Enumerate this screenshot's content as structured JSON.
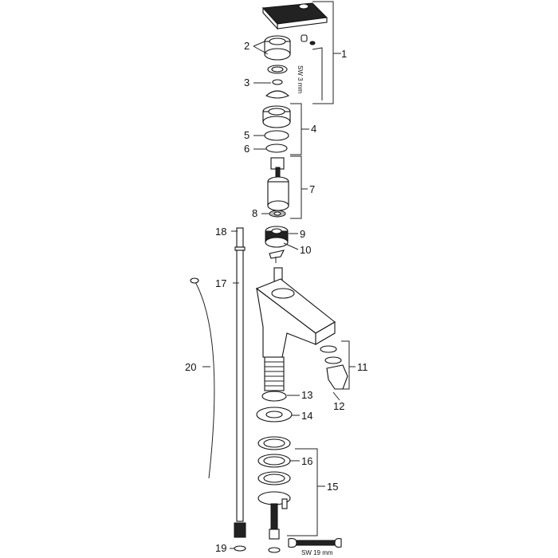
{
  "diagram": {
    "callouts": {
      "c1": "1",
      "c2": "2",
      "c3": "3",
      "c4": "4",
      "c5": "5",
      "c6": "6",
      "c7": "7",
      "c8": "8",
      "c9": "9",
      "c10": "10",
      "c11": "11",
      "c12": "12",
      "c13": "13",
      "c14": "14",
      "c15": "15",
      "c16": "16",
      "c17": "17",
      "c18": "18",
      "c19": "19",
      "c20": "20"
    },
    "tool_labels": {
      "hex_key": "SW 3 mm",
      "wrench": "SW 19 mm"
    }
  }
}
